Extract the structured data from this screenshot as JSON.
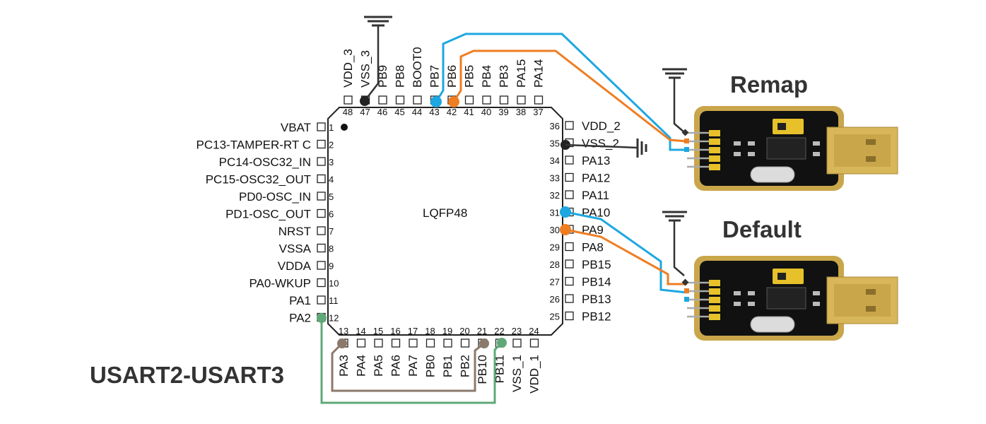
{
  "chip": {
    "name": "LQFP48",
    "left_pins": [
      {
        "num": "1",
        "label": "VBAT"
      },
      {
        "num": "2",
        "label": "PC13-TAMPER-RT C"
      },
      {
        "num": "3",
        "label": "PC14-OSC32_IN"
      },
      {
        "num": "4",
        "label": "PC15-OSC32_OUT"
      },
      {
        "num": "5",
        "label": "PD0-OSC_IN"
      },
      {
        "num": "6",
        "label": "PD1-OSC_OUT"
      },
      {
        "num": "7",
        "label": "NRST"
      },
      {
        "num": "8",
        "label": "VSSA"
      },
      {
        "num": "9",
        "label": "VDDA"
      },
      {
        "num": "10",
        "label": "PA0-WKUP"
      },
      {
        "num": "11",
        "label": "PA1"
      },
      {
        "num": "12",
        "label": "PA2"
      }
    ],
    "right_pins": [
      {
        "num": "36",
        "label": "VDD_2"
      },
      {
        "num": "35",
        "label": "VSS_2"
      },
      {
        "num": "34",
        "label": "PA13"
      },
      {
        "num": "33",
        "label": "PA12"
      },
      {
        "num": "32",
        "label": "PA11"
      },
      {
        "num": "31",
        "label": "PA10"
      },
      {
        "num": "30",
        "label": "PA9"
      },
      {
        "num": "29",
        "label": "PA8"
      },
      {
        "num": "28",
        "label": "PB15"
      },
      {
        "num": "27",
        "label": "PB14"
      },
      {
        "num": "26",
        "label": "PB13"
      },
      {
        "num": "25",
        "label": "PB12"
      }
    ],
    "top_pins": [
      {
        "num": "48",
        "label": "VDD_3"
      },
      {
        "num": "47",
        "label": "VSS_3"
      },
      {
        "num": "46",
        "label": "PB9"
      },
      {
        "num": "45",
        "label": "PB8"
      },
      {
        "num": "44",
        "label": "BOOT0"
      },
      {
        "num": "43",
        "label": "PB7"
      },
      {
        "num": "42",
        "label": "PB6"
      },
      {
        "num": "41",
        "label": "PB5"
      },
      {
        "num": "40",
        "label": "PB4"
      },
      {
        "num": "39",
        "label": "PB3"
      },
      {
        "num": "38",
        "label": "PA15"
      },
      {
        "num": "37",
        "label": "PA14"
      }
    ],
    "bottom_pins": [
      {
        "num": "13",
        "label": "PA3"
      },
      {
        "num": "14",
        "label": "PA4"
      },
      {
        "num": "15",
        "label": "PA5"
      },
      {
        "num": "16",
        "label": "PA6"
      },
      {
        "num": "17",
        "label": "PA7"
      },
      {
        "num": "18",
        "label": "PB0"
      },
      {
        "num": "19",
        "label": "PB1"
      },
      {
        "num": "20",
        "label": "PB2"
      },
      {
        "num": "21",
        "label": "PB10"
      },
      {
        "num": "22",
        "label": "PB11"
      },
      {
        "num": "23",
        "label": "VSS_1"
      },
      {
        "num": "24",
        "label": "VDD_1"
      }
    ]
  },
  "titles": {
    "remap": "Remap",
    "default": "Default",
    "usart": "USART2-USART3"
  },
  "colors": {
    "tx_blue": "#1ea7e1",
    "rx_orange": "#ef7d22",
    "usart2_green": "#5fa878",
    "usart3_brown": "#8b7a6b",
    "ground": "#333333"
  }
}
